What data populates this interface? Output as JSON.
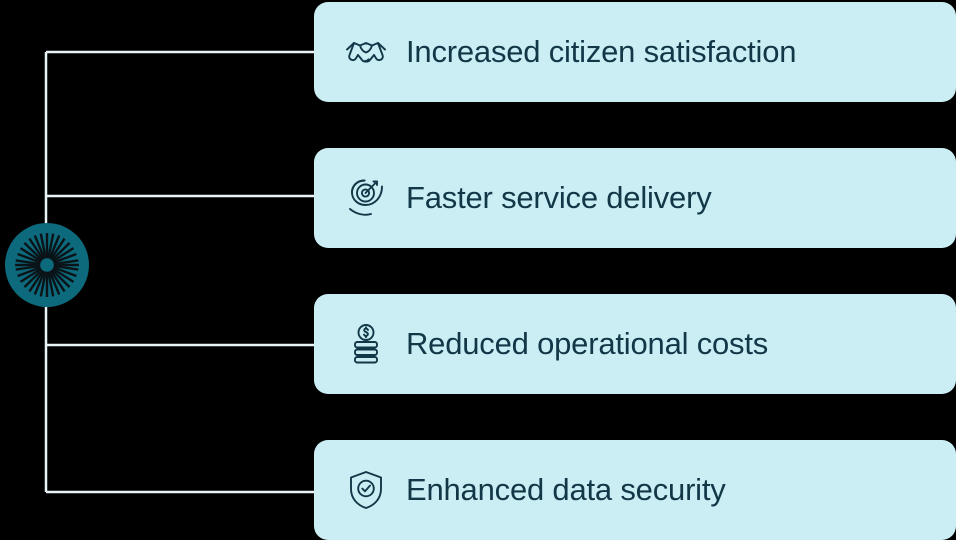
{
  "diagram": {
    "type": "hub-and-spoke",
    "background_color": "#000000",
    "hub": {
      "name": "central-hub-node",
      "icon": "radial-burst-icon",
      "fill_color": "#0d6a7d",
      "stroke_color": "#0f1b20"
    },
    "connector_color": "#e8f4f6",
    "card_background": "#cbeef5",
    "card_text_color": "#123747",
    "items": [
      {
        "label": "Increased citizen satisfaction",
        "icon": "handshake-icon"
      },
      {
        "label": "Faster service delivery",
        "icon": "target-arrow-icon"
      },
      {
        "label": "Reduced operational costs",
        "icon": "money-stack-icon"
      },
      {
        "label": "Enhanced data security",
        "icon": "shield-check-icon"
      }
    ]
  }
}
